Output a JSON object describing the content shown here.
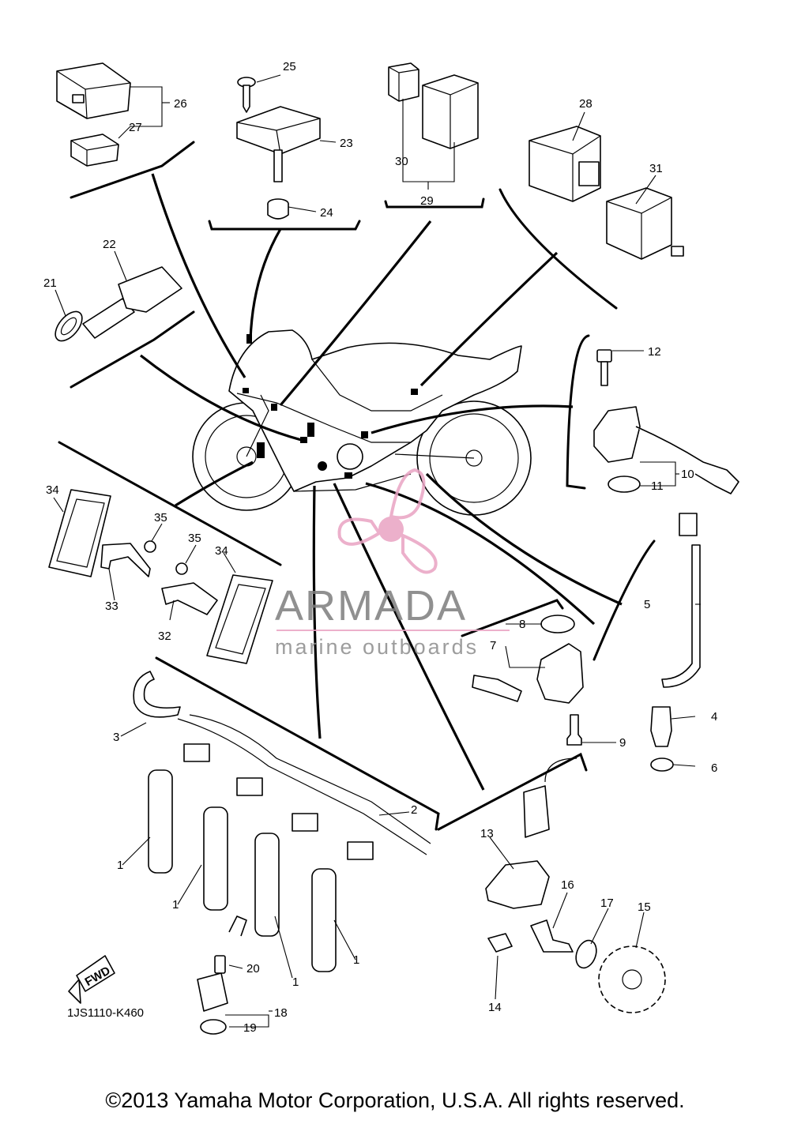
{
  "diagram": {
    "part_code": "1JS1110-K460",
    "fwd_label": "FWD",
    "copyright": "©2013 Yamaha Motor Corporation, U.S.A. All rights reserved.",
    "callouts": [
      "1",
      "1",
      "1",
      "1",
      "2",
      "3",
      "4",
      "5",
      "6",
      "7",
      "8",
      "9",
      "10",
      "11",
      "12",
      "13",
      "14",
      "15",
      "16",
      "17",
      "18",
      "19",
      "20",
      "21",
      "22",
      "23",
      "24",
      "25",
      "26",
      "27",
      "28",
      "29",
      "30",
      "31",
      "32",
      "33",
      "34",
      "34",
      "35",
      "35"
    ]
  },
  "watermark": {
    "title": "ARMADA",
    "subtitle": "marine outboards",
    "accent_color": "#e9a3c3",
    "text_color": "#7d7d7d"
  }
}
